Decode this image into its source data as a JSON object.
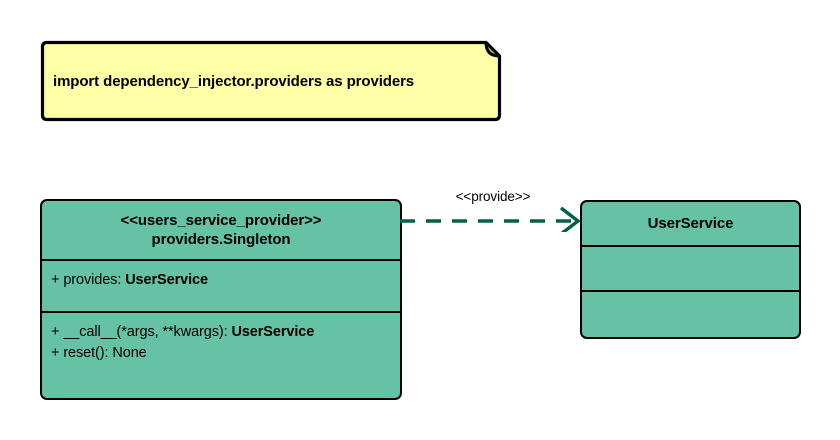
{
  "diagram": {
    "type": "uml-class-diagram",
    "colors": {
      "class_fill": "#66c2a5",
      "note_fill": "#ffffa8",
      "note_fold": "#bfbf7e",
      "stroke": "#000000",
      "relation_stroke": "#00604c",
      "background": "#ffffff"
    }
  },
  "note": {
    "text": "import dependency_injector.providers as providers"
  },
  "provider_class": {
    "stereotype": "<<users_service_provider>>",
    "name": "providers.Singleton",
    "attributes": [
      {
        "visibility": "+",
        "label": "provides: ",
        "type": "UserService"
      }
    ],
    "operations": [
      {
        "visibility": "+",
        "label": "__call__(*args, **kwargs): ",
        "type": "UserService"
      },
      {
        "visibility": "+",
        "label": "reset(): None",
        "type": ""
      }
    ]
  },
  "service_class": {
    "name": "UserService",
    "attributes": [],
    "operations": []
  },
  "relation": {
    "label": "<<provide>>",
    "kind": "dependency",
    "style": "dashed",
    "arrowhead": "open",
    "source": "providers.Singleton",
    "target": "UserService"
  }
}
